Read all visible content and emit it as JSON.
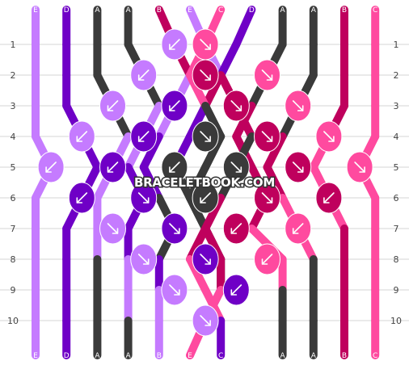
{
  "colors": {
    "E": "#c57bff",
    "D": "#6f00c6",
    "A": "#3a3a3a",
    "B": "#bf005d",
    "C": "#ff4a9f"
  },
  "top_labels": [
    "E",
    "D",
    "A",
    "A",
    "B",
    "E",
    "C",
    "D",
    "A",
    "A",
    "B",
    "C"
  ],
  "bottom_labels": [
    "E",
    "D",
    "A",
    "A",
    "B",
    "E",
    "C",
    "D",
    "A",
    "A",
    "B",
    "C"
  ],
  "row_labels": [
    "1",
    "2",
    "3",
    "4",
    "5",
    "6",
    "7",
    "8",
    "9",
    "10"
  ],
  "watermark": "BRACELETBOOK.COM",
  "knots": [
    {
      "row": 1,
      "between": [
        5,
        6
      ],
      "color": "E",
      "dir": "SW"
    },
    {
      "row": 1,
      "between": [
        6,
        7
      ],
      "color": "C",
      "dir": "SE"
    },
    {
      "row": 2,
      "between": [
        4,
        5
      ],
      "color": "E",
      "dir": "SW"
    },
    {
      "row": 2,
      "between": [
        6,
        7
      ],
      "color": "B",
      "dir": "SE"
    },
    {
      "row": 2,
      "between": [
        8,
        9
      ],
      "color": "C",
      "dir": "SE"
    },
    {
      "row": 3,
      "between": [
        3,
        4
      ],
      "color": "E",
      "dir": "SW"
    },
    {
      "row": 3,
      "between": [
        5,
        6
      ],
      "color": "D",
      "dir": "SW"
    },
    {
      "row": 3,
      "between": [
        7,
        8
      ],
      "color": "B",
      "dir": "SE"
    },
    {
      "row": 3,
      "between": [
        9,
        10
      ],
      "color": "C",
      "dir": "SE"
    },
    {
      "row": 4,
      "between": [
        2,
        3
      ],
      "color": "E",
      "dir": "SW"
    },
    {
      "row": 4,
      "between": [
        4,
        5
      ],
      "color": "D",
      "dir": "SW"
    },
    {
      "row": 4,
      "between": [
        6,
        7
      ],
      "color": "A",
      "dir": "SE"
    },
    {
      "row": 4,
      "between": [
        8,
        9
      ],
      "color": "B",
      "dir": "SE"
    },
    {
      "row": 4,
      "between": [
        10,
        11
      ],
      "color": "C",
      "dir": "SE"
    },
    {
      "row": 5,
      "between": [
        1,
        2
      ],
      "color": "E",
      "dir": "SW"
    },
    {
      "row": 5,
      "between": [
        3,
        4
      ],
      "color": "D",
      "dir": "SW"
    },
    {
      "row": 5,
      "between": [
        5,
        6
      ],
      "color": "A",
      "dir": "SW"
    },
    {
      "row": 5,
      "between": [
        7,
        8
      ],
      "color": "A",
      "dir": "SE"
    },
    {
      "row": 5,
      "between": [
        9,
        10
      ],
      "color": "B",
      "dir": "SE"
    },
    {
      "row": 5,
      "between": [
        11,
        12
      ],
      "color": "C",
      "dir": "SE"
    },
    {
      "row": 6,
      "between": [
        2,
        3
      ],
      "color": "D",
      "dir": "SW"
    },
    {
      "row": 6,
      "between": [
        4,
        5
      ],
      "color": "D",
      "dir": "SE"
    },
    {
      "row": 6,
      "between": [
        6,
        7
      ],
      "color": "A",
      "dir": "SW"
    },
    {
      "row": 6,
      "between": [
        8,
        9
      ],
      "color": "B",
      "dir": "SE"
    },
    {
      "row": 6,
      "between": [
        10,
        11
      ],
      "color": "B",
      "dir": "SW"
    },
    {
      "row": 7,
      "between": [
        3,
        4
      ],
      "color": "E",
      "dir": "SE"
    },
    {
      "row": 7,
      "between": [
        5,
        6
      ],
      "color": "D",
      "dir": "SE"
    },
    {
      "row": 7,
      "between": [
        7,
        8
      ],
      "color": "B",
      "dir": "SW"
    },
    {
      "row": 7,
      "between": [
        9,
        10
      ],
      "color": "C",
      "dir": "SW"
    },
    {
      "row": 8,
      "between": [
        4,
        5
      ],
      "color": "E",
      "dir": "SE"
    },
    {
      "row": 8,
      "between": [
        6,
        7
      ],
      "color": "D",
      "dir": "SE"
    },
    {
      "row": 8,
      "between": [
        8,
        9
      ],
      "color": "C",
      "dir": "SW"
    },
    {
      "row": 9,
      "between": [
        5,
        6
      ],
      "color": "E",
      "dir": "SE"
    },
    {
      "row": 9,
      "between": [
        7,
        8
      ],
      "color": "D",
      "dir": "SW"
    },
    {
      "row": 10,
      "between": [
        6,
        7
      ],
      "color": "E",
      "dir": "SE"
    }
  ],
  "threads": [
    [
      "E",
      "E",
      "E",
      "E",
      "E",
      "E",
      "E",
      "E",
      "E",
      "E",
      "E",
      "E"
    ],
    [
      "D",
      "D",
      "D",
      "D",
      "D",
      "D",
      "D",
      "D",
      "D",
      "D",
      "D",
      "D"
    ],
    [
      "A",
      "A",
      "A",
      "A",
      "E",
      "E",
      "E",
      "E",
      "A",
      "A",
      "A",
      "A"
    ],
    [
      "A",
      "A",
      "A",
      "E",
      "E",
      "D",
      "D",
      "D",
      "E",
      "E",
      "A",
      "A"
    ],
    [
      "B",
      "B",
      "E",
      "E",
      "D",
      "D",
      "A",
      "A",
      "D",
      "E",
      "E",
      "B"
    ],
    [
      "E",
      "E",
      "B",
      "D",
      "D",
      "A",
      "A",
      "A",
      "A",
      "D",
      "E",
      "E"
    ],
    [
      "C",
      "C",
      "C",
      "A",
      "A",
      "A",
      "A",
      "B",
      "B",
      "C",
      "C",
      "C"
    ],
    [
      "D",
      "D",
      "B",
      "B",
      "A",
      "A",
      "B",
      "B",
      "C",
      "C",
      "D",
      "D"
    ],
    [
      "A",
      "A",
      "A",
      "B",
      "B",
      "B",
      "B",
      "C",
      "C",
      "A",
      "A",
      "A"
    ],
    [
      "A",
      "A",
      "A",
      "A",
      "B",
      "B",
      "C",
      "C",
      "A",
      "A",
      "A",
      "A"
    ],
    [
      "B",
      "B",
      "B",
      "B",
      "C",
      "C",
      "C",
      "B",
      "B",
      "B",
      "B",
      "B"
    ],
    [
      "C",
      "C",
      "C",
      "C",
      "C",
      "C",
      "C",
      "C",
      "C",
      "C",
      "C",
      "C"
    ]
  ]
}
